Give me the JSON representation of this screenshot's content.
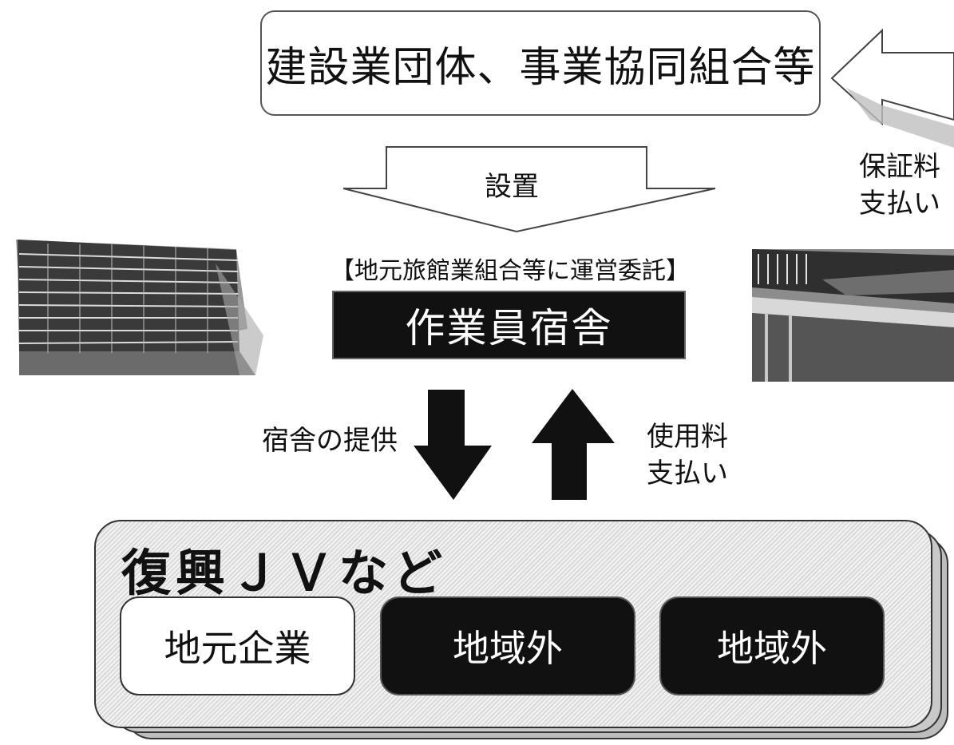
{
  "top_box": {
    "label": "建設業団体、事業協同組合等"
  },
  "setup_arrow": {
    "label": "設置"
  },
  "guarantee_arrow": {
    "label_line1": "保証料",
    "label_line2": "支払い"
  },
  "operation_note": {
    "label": "【地元旅館業組合等に運営委託】"
  },
  "dormitory": {
    "label": "作業員宿舎"
  },
  "provide_arrow": {
    "label": "宿舎の提供"
  },
  "usage_fee_arrow": {
    "label_line1": "使用料",
    "label_line2": "支払い"
  },
  "jv_group": {
    "title": "復興ＪＶなど",
    "members": [
      {
        "label": "地元企業",
        "style": "white"
      },
      {
        "label": "地域外",
        "style": "black"
      },
      {
        "label": "地域外",
        "style": "black"
      }
    ]
  },
  "photos": [
    {
      "icon": "apartment-building-photo"
    },
    {
      "icon": "dormitory-building-photo"
    }
  ],
  "colors": {
    "dark": "#111111",
    "light": "#ffffff"
  }
}
